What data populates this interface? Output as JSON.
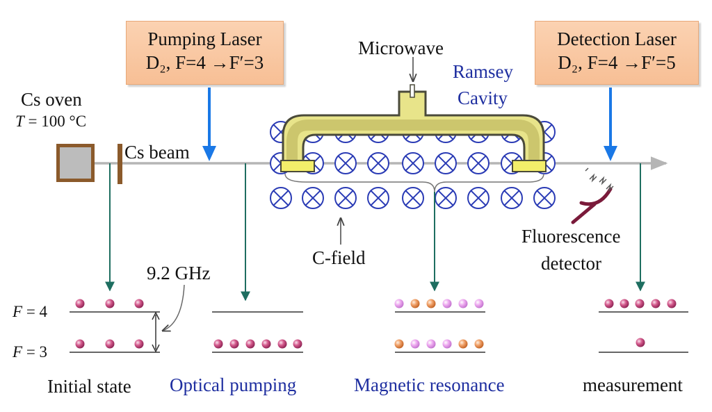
{
  "pumping_laser": {
    "line1": "Pumping Laser",
    "line2": "D₂, F=4 →F′=3"
  },
  "detection_laser": {
    "line1": "Detection Laser",
    "line2": "D₂, F=4 →F′=5"
  },
  "microwave": "Microwave",
  "ramsey_cavity": {
    "line1": "Ramsey",
    "line2": "Cavity"
  },
  "cs_oven": {
    "title": "Cs oven",
    "temp_var": "T",
    "temp_value": "= 100 °C"
  },
  "cs_beam": "Cs beam",
  "c_field": "C-field",
  "fluorescence_detector": {
    "line1": "Fluorescence",
    "line2": "detector"
  },
  "splitting": "9.2 GHz",
  "levels": {
    "upper_var": "F",
    "upper_value": "= 4",
    "lower_var": "F",
    "lower_value": "= 3"
  },
  "stages": {
    "initial": "Initial state",
    "pumping": "Optical pumping",
    "resonance": "Magnetic resonance",
    "measurement": "measurement"
  },
  "colors": {
    "laser_arrow": "#1a78e6",
    "beam": "#b5b5b5",
    "stage_arrow": "#1e6e60",
    "cavity_fill": "#e8e48a",
    "cavity_edge": "#555555",
    "coil": "#2a3bb5",
    "oven": "#8b5a2b",
    "atom_red": "#c0407a",
    "atom_pink": "#e39be6",
    "atom_orange": "#ec9a5c",
    "stage_text": "#1f2fa0"
  }
}
